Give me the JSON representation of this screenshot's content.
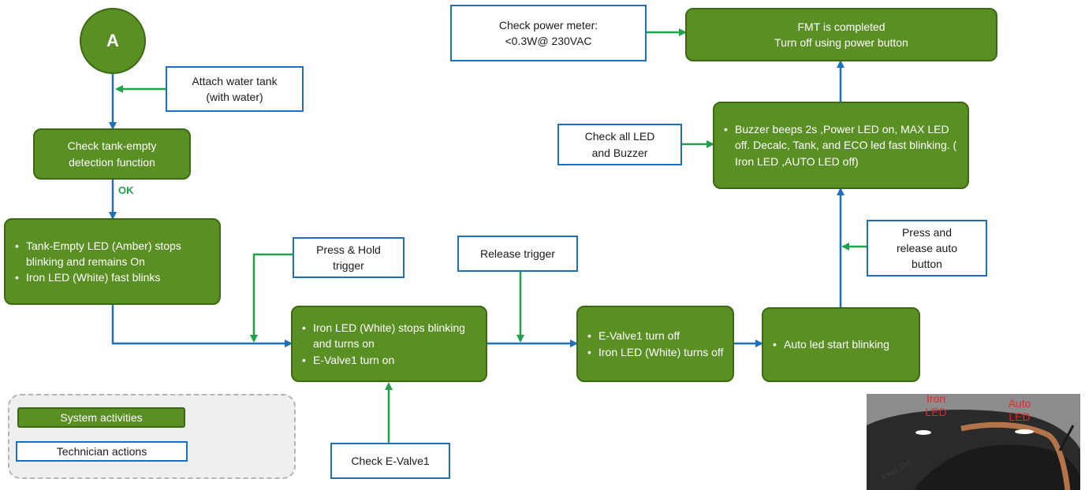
{
  "start": {
    "label": "A"
  },
  "ok_label": "OK",
  "colors": {
    "system": "#5a8f24",
    "technician_border": "#1f6fbf",
    "flow_arrow": "#1f6fbf",
    "action_arrow": "#21a24a",
    "led_label": "#e4262b"
  },
  "technician": {
    "attach_tank": [
      "Attach water tank",
      "(with water)"
    ],
    "press_hold": [
      "Press & Hold",
      "trigger"
    ],
    "release_trigger": "Release trigger",
    "check_evalve": "Check E-Valve1",
    "press_auto": [
      "Press and",
      "release auto",
      "button"
    ],
    "check_led_buzzer": [
      "Check all LED",
      "and Buzzer"
    ],
    "power_meter": [
      "Check power meter:",
      "<0.3W@ 230VAC"
    ]
  },
  "system": {
    "check_tank": [
      "Check tank-empty",
      "detection function"
    ],
    "tank_empty_led": [
      "Tank-Empty LED (Amber) stops blinking and remains On",
      "Iron LED (White) fast blinks"
    ],
    "iron_led_on": [
      "Iron LED (White) stops blinking and turns on",
      "E-Valve1 turn on"
    ],
    "evalve_off": [
      "E-Valve1 turn off",
      "Iron LED (White) turns off"
    ],
    "auto_led": [
      "Auto led start blinking"
    ],
    "buzzer": [
      "Buzzer beeps 2s ,Power LED on, MAX LED off.  Decalc, Tank, and ECO led  fast blinking. ( Iron LED ,AUTO LED off)"
    ],
    "fmt_done": [
      "FMT is completed",
      "Turn off using power button"
    ]
  },
  "legend": {
    "system": "System activities",
    "technician": "Technician actions"
  },
  "photo": {
    "iron_led": "Iron LED",
    "auto_led": "Auto LED",
    "brand": "PHILIPS"
  }
}
